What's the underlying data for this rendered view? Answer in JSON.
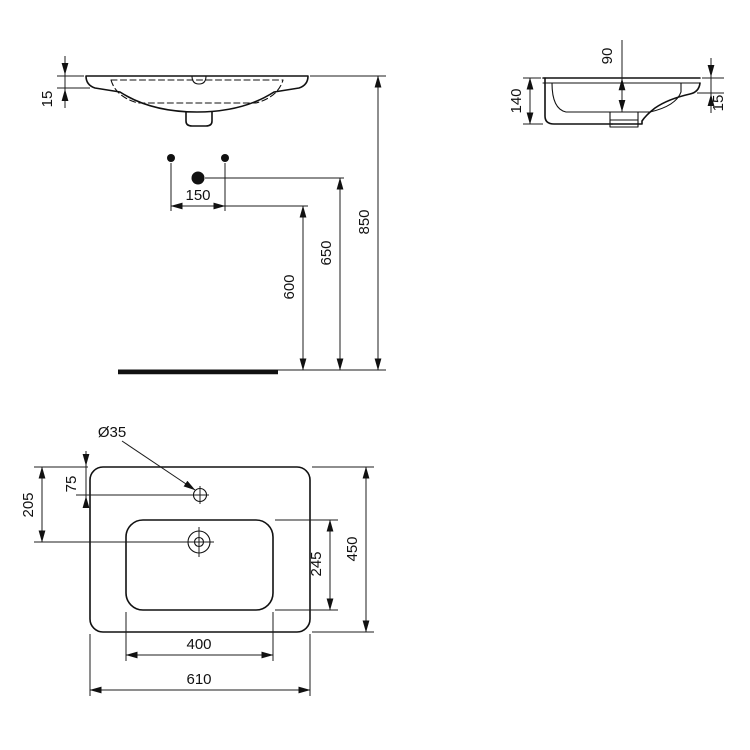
{
  "drawing": {
    "front_view": {
      "rim_thickness": "15",
      "hole_spacing": "150",
      "height_600": "600",
      "height_650": "650",
      "height_850": "850"
    },
    "side_view": {
      "depth_90": "90",
      "height_140": "140",
      "rim_thickness": "15"
    },
    "plan_view": {
      "tap_hole_diameter": "Ø35",
      "offset_75": "75",
      "offset_205": "205",
      "bowl_depth_245": "245",
      "overall_depth_450": "450",
      "bowl_width_400": "400",
      "overall_width_610": "610"
    }
  }
}
